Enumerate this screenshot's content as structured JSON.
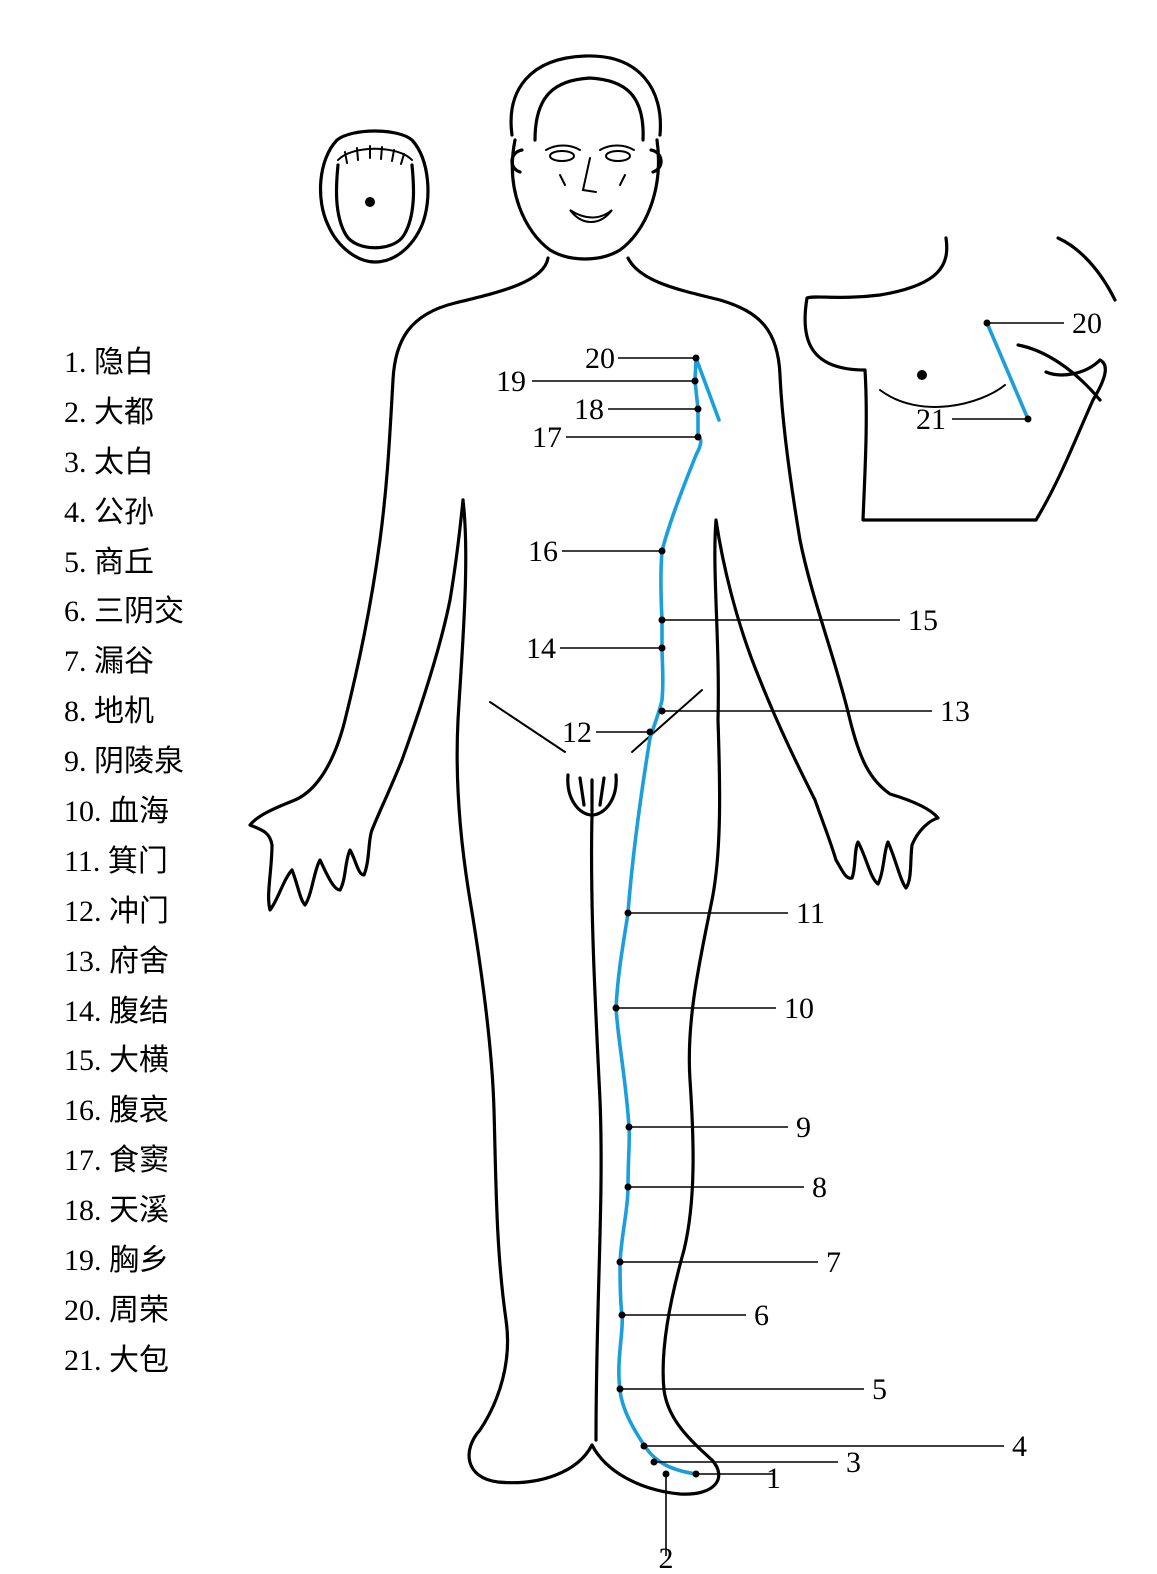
{
  "colors": {
    "meridian": "#1b9fdc",
    "outline": "#000000"
  },
  "legend": [
    "1. 隐白",
    "2. 大都",
    "3. 太白",
    "4. 公孙",
    "5. 商丘",
    "6. 三阴交",
    "7. 漏谷",
    "8. 地机",
    "9. 阴陵泉",
    "10. 血海",
    "11. 箕门",
    "12. 冲门",
    "13. 府舍",
    "14. 腹结",
    "15. 大横",
    "16. 腹哀",
    "17. 食窦",
    "18. 天溪",
    "19. 胸乡",
    "20. 周荣",
    "21. 大包"
  ],
  "points": [
    {
      "id": "1",
      "label": "1"
    },
    {
      "id": "2",
      "label": "2"
    },
    {
      "id": "3",
      "label": "3"
    },
    {
      "id": "4",
      "label": "4"
    },
    {
      "id": "5",
      "label": "5"
    },
    {
      "id": "6",
      "label": "6"
    },
    {
      "id": "7",
      "label": "7"
    },
    {
      "id": "8",
      "label": "8"
    },
    {
      "id": "9",
      "label": "9"
    },
    {
      "id": "10",
      "label": "10"
    },
    {
      "id": "11",
      "label": "11"
    },
    {
      "id": "12",
      "label": "12"
    },
    {
      "id": "13",
      "label": "13"
    },
    {
      "id": "14",
      "label": "14"
    },
    {
      "id": "15",
      "label": "15"
    },
    {
      "id": "16",
      "label": "16"
    },
    {
      "id": "17",
      "label": "17"
    },
    {
      "id": "18",
      "label": "18"
    },
    {
      "id": "19",
      "label": "19"
    },
    {
      "id": "20",
      "label": "20"
    }
  ],
  "inset_points": [
    {
      "id": "20",
      "label": "20"
    },
    {
      "id": "21",
      "label": "21"
    }
  ]
}
